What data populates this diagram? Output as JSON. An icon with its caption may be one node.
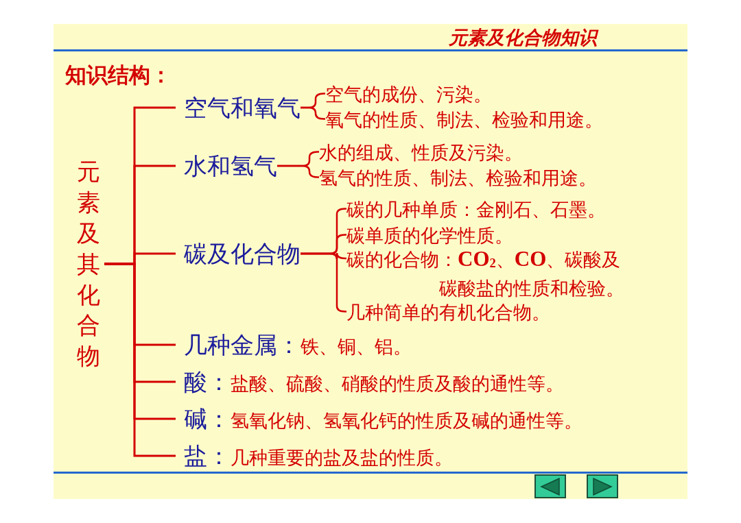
{
  "diagram": {
    "title": "元素及化合物知识",
    "nodes": [
      {
        "text": [
          "元素及其化合物"
        ]
      },
      {
        "text": [
          "空气和氧气"
        ]
      },
      {
        "text": [
          "水和氢气"
        ]
      },
      {
        "text": [
          "碳及化合物"
        ]
      },
      {
        "text": [
          "几种金属：",
          "铁、铜、铝。"
        ]
      },
      {
        "text": [
          "酸：",
          "盐酸、硫酸、硝酸的性质及酸的通性等。"
        ]
      },
      {
        "text": [
          "碱：",
          "氢氧化钠、氢氧化钙的性质及碱的通性等。"
        ]
      },
      {
        "text": [
          "盐：",
          "几种重要的盐及盐的性质。"
        ]
      },
      {
        "text": [
          "空气的成份、污染。"
        ]
      },
      {
        "text": [
          "氧气的性质、制法、检验和用途。"
        ]
      },
      {
        "text": [
          "水的组成、性质及污染。"
        ]
      },
      {
        "text": [
          "氢气的性质、制法、检验和用途。"
        ]
      },
      {
        "text": [
          "碳的几种单质：金刚石、石墨。"
        ]
      },
      {
        "text": [
          "碳单质的化学性质。"
        ]
      },
      {
        "text": [
          "碳的化合物：**CO$_{2}$**、**CO**、碳酸及碳酸盐的性质和检验。"
        ]
      },
      {
        "text": [
          "几种简单的有机化合物。"
        ]
      }
    ],
    "edges": [
      {
        "from": 0,
        "to": 1,
        "arrow": "none"
      },
      {
        "from": 0,
        "to": 2,
        "arrow": "none"
      },
      {
        "from": 0,
        "to": 3,
        "arrow": "none"
      },
      {
        "from": 0,
        "to": 4,
        "arrow": "none"
      },
      {
        "from": 0,
        "to": 5,
        "arrow": "none"
      },
      {
        "from": 0,
        "to": 6,
        "arrow": "none"
      },
      {
        "from": 0,
        "to": 7,
        "arrow": "none"
      },
      {
        "from": 1,
        "to": 8,
        "arrow": "none"
      },
      {
        "from": 1,
        "to": 9,
        "arrow": "none"
      },
      {
        "from": 2,
        "to": 10,
        "arrow": "none"
      },
      {
        "from": 2,
        "to": 11,
        "arrow": "none"
      },
      {
        "from": 3,
        "to": 12,
        "arrow": "none"
      },
      {
        "from": 3,
        "to": 13,
        "arrow": "none"
      },
      {
        "from": 3,
        "to": 14,
        "arrow": "none"
      },
      {
        "from": 3,
        "to": 15,
        "arrow": "none"
      }
    ],
    "labels": [
      "知识结构："
    ]
  }
}
